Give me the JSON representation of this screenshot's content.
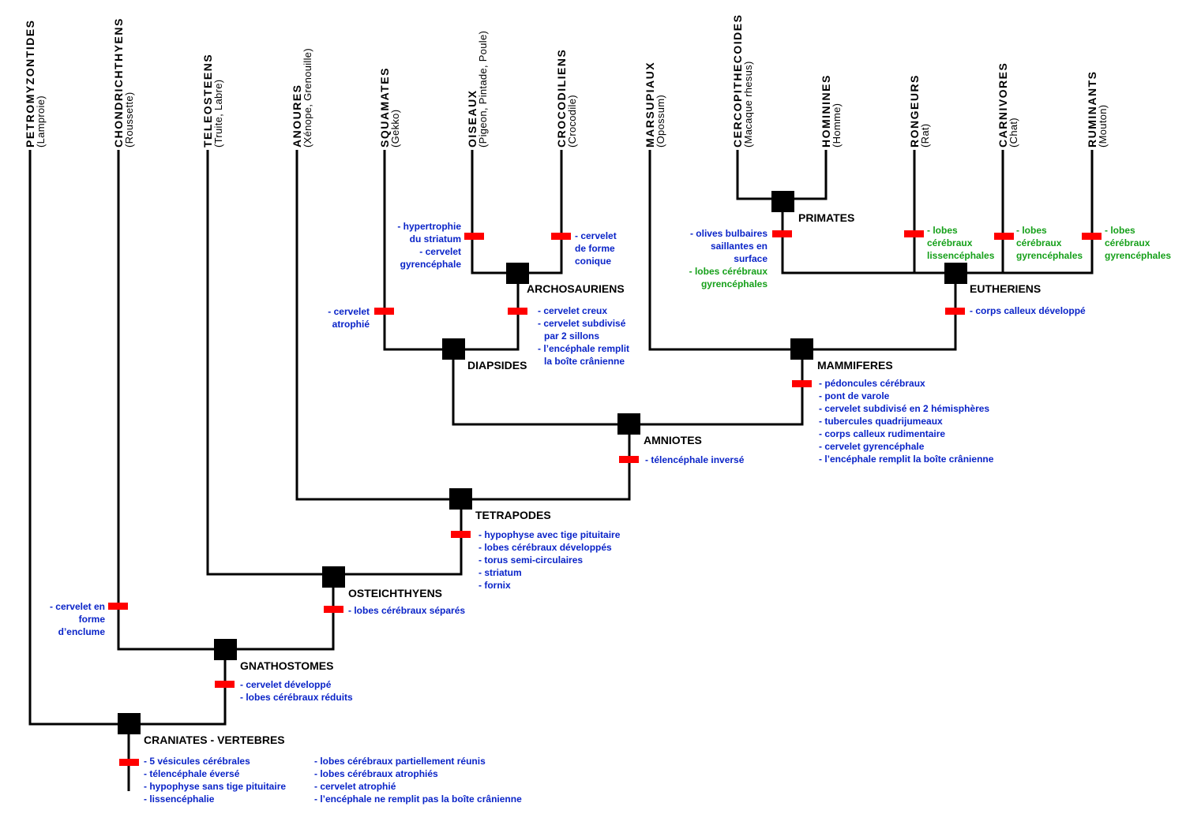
{
  "colors": {
    "branch": "#000000",
    "node": "#000000",
    "apomorphy_marker": "#ff0000",
    "character_text": "#0a24c8",
    "convergent_text": "#16a01a"
  },
  "taxa": [
    {
      "name": "PETROMYZONTIDES",
      "example": "(Lamproie)"
    },
    {
      "name": "CHONDRICHTHYENS",
      "example": "(Roussette)"
    },
    {
      "name": "TELEOSTEENS",
      "example": "(Truite, Labre)"
    },
    {
      "name": "ANOURES",
      "example": "(Xénope, Grenouille)"
    },
    {
      "name": "SQUAMATES",
      "example": "(Gekko)"
    },
    {
      "name": "OISEAUX",
      "example": "(Pigeon, Pintade, Poule)"
    },
    {
      "name": "CROCODILIENS",
      "example": "(Crocodile)"
    },
    {
      "name": "MARSUPIAUX",
      "example": "(Opossum)"
    },
    {
      "name": "CERCOPITHECOIDES",
      "example": "(Macaque rhesus)"
    },
    {
      "name": "HOMININES",
      "example": "(Homme)"
    },
    {
      "name": "RONGEURS",
      "example": "(Rat)"
    },
    {
      "name": "CARNIVORES",
      "example": "(Chat)"
    },
    {
      "name": "RUMINANTS",
      "example": "(Mouton)"
    }
  ],
  "nodes": {
    "craniates": "CRANIATES - VERTEBRES",
    "gnathostomes": "GNATHOSTOMES",
    "osteichthyens": "OSTEICHTHYENS",
    "tetrapodes": "TETRAPODES",
    "amniotes": "AMNIOTES",
    "diapsides": "DIAPSIDES",
    "archosauriens": "ARCHOSAURIENS",
    "mammiferes": "MAMMIFERES",
    "eutheriens": "EUTHERIENS",
    "primates": "PRIMATES"
  },
  "characters": {
    "craniates_col1": [
      "- 5 vésicules cérébrales",
      "- télencéphale éversé",
      "- hypophyse sans tige pituitaire",
      "- lissencéphalie"
    ],
    "craniates_col2": [
      "- lobes cérébraux partiellement réunis",
      "- lobes cérébraux atrophiés",
      "- cervelet atrophié",
      "- l’encéphale ne remplit pas la boîte crânienne"
    ],
    "gnathostomes": [
      "- cervelet développé",
      "- lobes cérébraux réduits"
    ],
    "chondrichthyens": [
      "- cervelet en",
      "forme",
      "d’enclume"
    ],
    "osteichthyens": [
      "- lobes cérébraux séparés"
    ],
    "tetrapodes": [
      "- hypophyse avec tige pituitaire",
      "- lobes cérébraux développés",
      "- torus semi-circulaires",
      "- striatum",
      "- fornix"
    ],
    "amniotes": [
      "- télencéphale inversé"
    ],
    "squamates": [
      "- cervelet",
      "atrophié"
    ],
    "archosauriens": [
      "- cervelet creux",
      "- cervelet subdivisé",
      "par 2 sillons",
      "- l’encéphale remplit",
      "la boîte crânienne"
    ],
    "oiseaux": [
      "- hypertrophie",
      "du striatum",
      "- cervelet",
      "gyrencéphale"
    ],
    "crocodiliens": [
      "- cervelet",
      "de forme",
      "conique"
    ],
    "mammiferes": [
      "- pédoncules cérébraux",
      "- pont de varole",
      "- cervelet subdivisé en 2 hémisphères",
      "- tubercules quadrijumeaux",
      "- corps calleux rudimentaire",
      "- cervelet gyrencéphale",
      "- l’encéphale remplit la boîte crânienne"
    ],
    "eutheriens": [
      "- corps calleux développé"
    ],
    "primates_blue": [
      "- olives bulbaires",
      "saillantes en",
      "surface"
    ],
    "primates_green": [
      "- lobes cérébraux",
      "gyrencéphales"
    ],
    "rongeurs": [
      "- lobes",
      "cérébraux",
      "lissencéphales"
    ],
    "carnivores": [
      "- lobes",
      "cérébraux",
      "gyrencéphales"
    ],
    "ruminants": [
      "- lobes",
      "cérébraux",
      "gyrencéphales"
    ]
  }
}
